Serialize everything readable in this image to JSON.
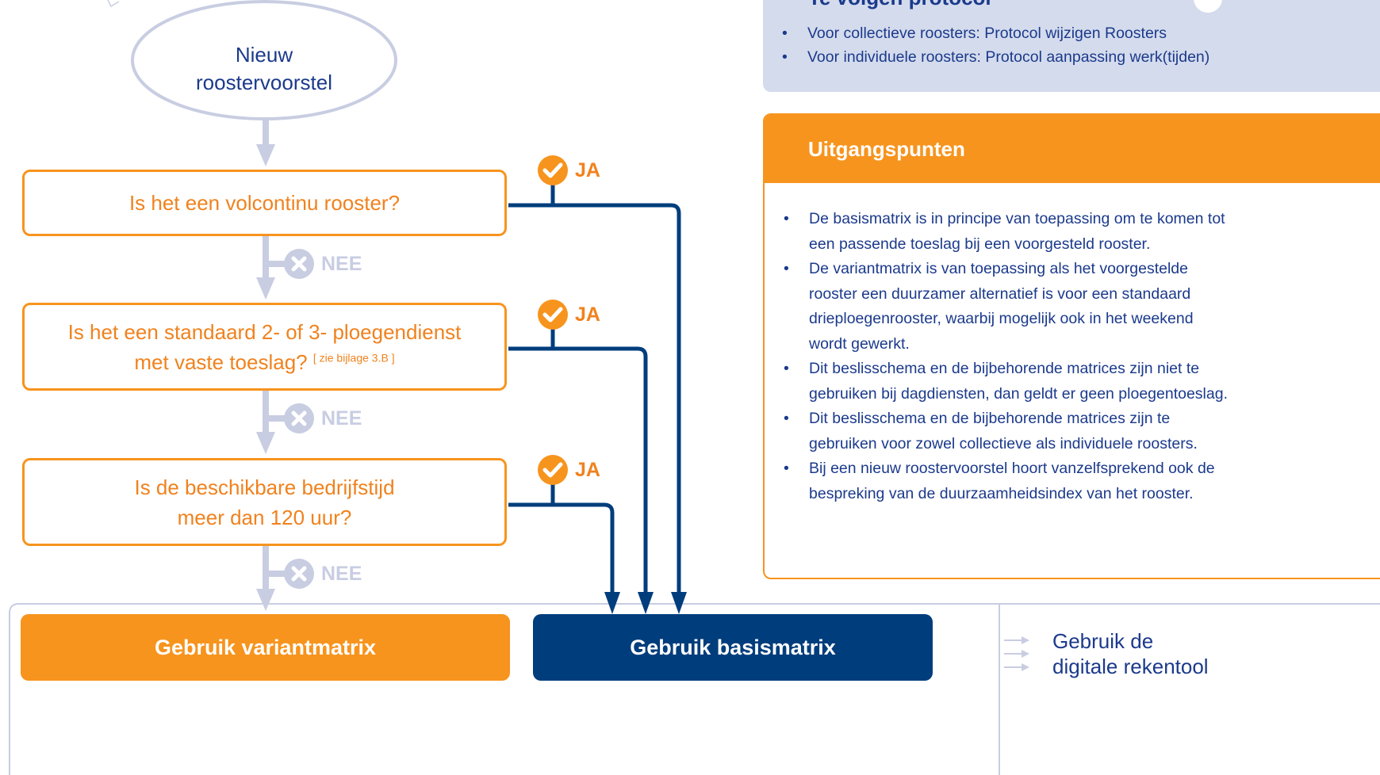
{
  "start": {
    "line1": "Nieuw",
    "line2": "roostervoorstel"
  },
  "questions": [
    {
      "line1": "Is het een  volcontinu rooster?",
      "line2": "",
      "note": ""
    },
    {
      "line1": "Is het een standaard 2- of 3- ploegendienst",
      "line2": "met vaste toeslag?",
      "note": "[ zie bijlage 3.B ]"
    },
    {
      "line1": "Is de beschikbare bedrijfstijd",
      "line2": "meer dan 120 uur?",
      "note": ""
    }
  ],
  "yes_label": "JA",
  "no_label": "NEE",
  "results": {
    "variant": "Gebruik variantmatrix",
    "basis": "Gebruik basismatrix"
  },
  "tool": {
    "line1": "Gebruik de",
    "line2": "digitale rekentool"
  },
  "protocol": {
    "title": "Te volgen protocol",
    "items": [
      "Voor collectieve roosters: Protocol wijzigen Roosters",
      "Voor individuele roosters: Protocol aanpassing werk(tijden)"
    ]
  },
  "uitgangspunten": {
    "title": "Uitgangspunten",
    "items": [
      "De basismatrix is in principe van toepassing om te komen tot een passende toeslag bij een voorgesteld rooster.",
      "De variantmatrix is van toepassing als het voorgestelde rooster een duurzamer alternatief is voor een standaard drieploegenrooster, waarbij mogelijk ook in het weekend wordt gewerkt.",
      "Dit beslisschema en de bijbehorende matrices zijn niet te gebruiken bij dagdiensten, dan geldt er geen ploegentoeslag.",
      "Dit beslisschema en de bijbehorende matrices zijn te gebruiken voor zowel collectieve als individuele roosters.",
      "Bij een nieuw roostervoorstel hoort vanzelfsprekend ook de bespreking van de duurzaamheidsindex van het rooster."
    ]
  },
  "colors": {
    "orange": "#f7941d",
    "orange_text": "#f0821e",
    "navy": "#003d7c",
    "text_blue": "#1b3a8c",
    "light_gray": "#c8cde2",
    "panel_bg": "#d4dbec"
  }
}
